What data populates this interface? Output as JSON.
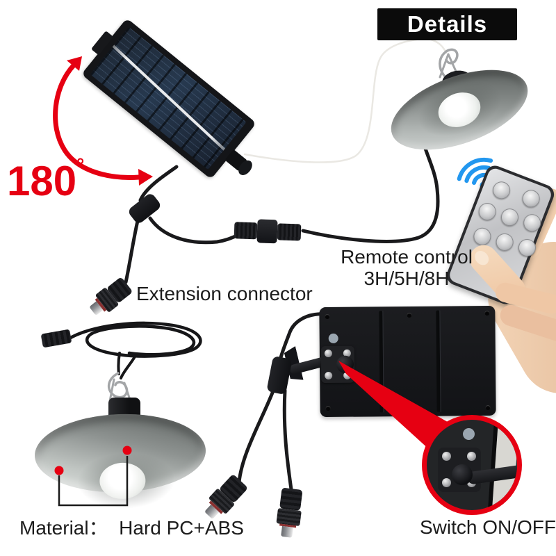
{
  "header": {
    "details_tab": "Details"
  },
  "callouts": {
    "rotation_value": "180",
    "rotation_unit": "°",
    "remote_line1": "Remote control",
    "remote_line2": "3H/5H/8H",
    "extension": "Extension connector",
    "material": "Material：  Hard PC+ABS",
    "switch": "Switch ON/OFF"
  },
  "icons": {
    "wifi": "wifi-signal-icon"
  },
  "colors": {
    "accent_red": "#e60012",
    "wifi_blue": "#2297ef",
    "tab_bg": "#0b0b0b",
    "tab_text": "#ffffff"
  }
}
